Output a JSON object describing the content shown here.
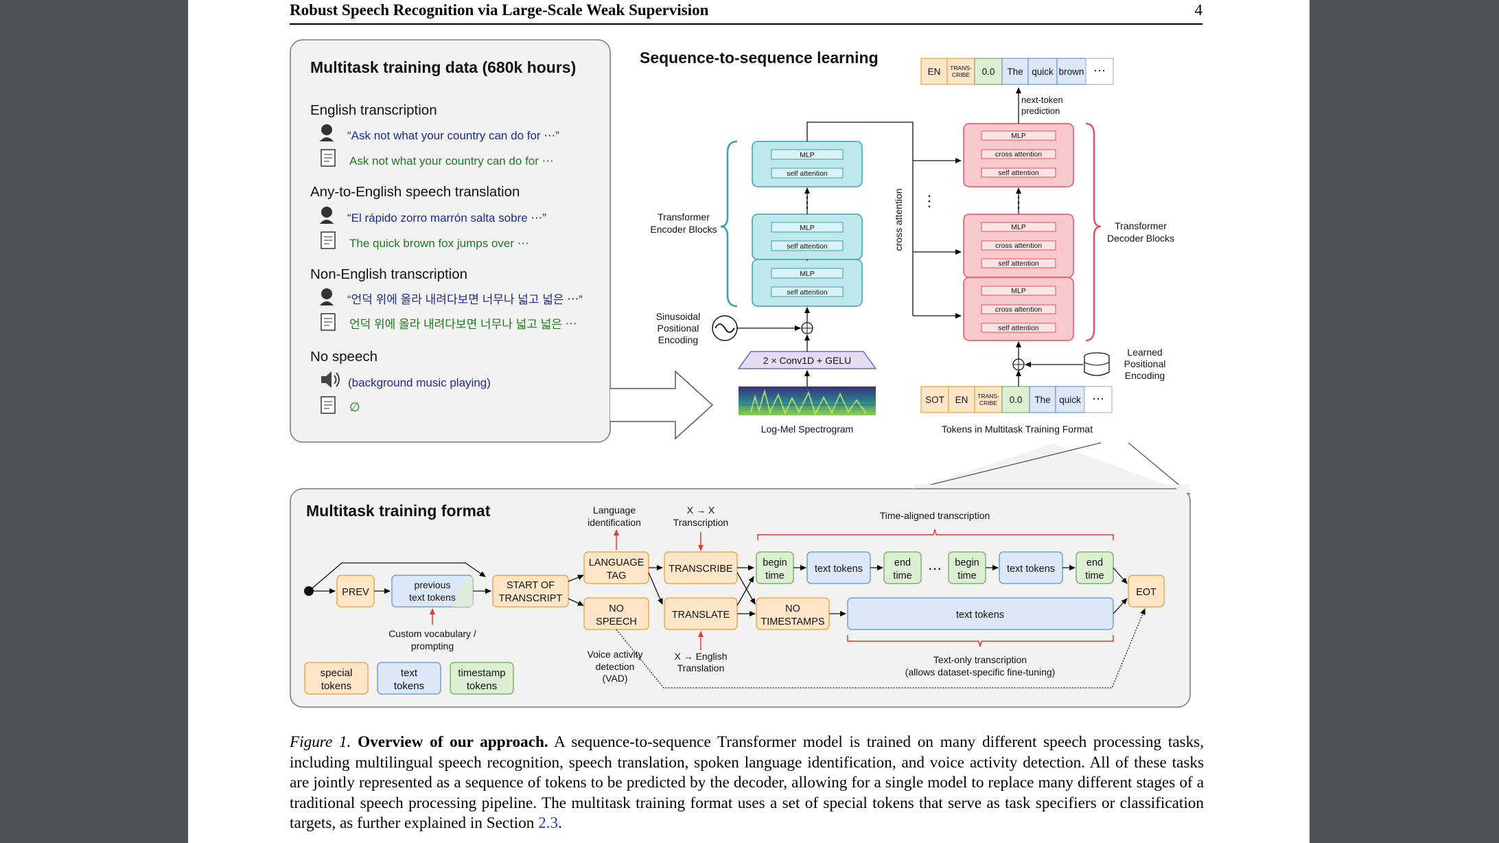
{
  "header": {
    "title": "Robust Speech Recognition via Large-Scale Weak Supervision",
    "page_number": "4"
  },
  "data_panel": {
    "title": "Multitask training data (680k hours)",
    "sections": [
      {
        "heading": "English transcription",
        "speech": "“Ask not what your country can do for ⋯”",
        "text": "Ask not what your country can do for ⋯"
      },
      {
        "heading": "Any-to-English speech translation",
        "speech": "“El rápido zorro marrón salta sobre ⋯”",
        "text": "The quick brown fox jumps over ⋯"
      },
      {
        "heading": "Non-English transcription",
        "speech": "“언덕 위에 올라 내려다보면 너무나 넓고 넓은 ⋯”",
        "text": "언덕 위에 올라 내려다보면 너무나 넓고 넓은 ⋯"
      },
      {
        "heading": "No speech",
        "speech": "(background music playing)",
        "text": "∅"
      }
    ]
  },
  "seq2seq": {
    "title": "Sequence-to-sequence learning",
    "mlp": "MLP",
    "self_attention": "self attention",
    "cross_attention": "cross attention",
    "cross_attention_label": "cross attention",
    "encoder_label": [
      "Transformer",
      "Encoder Blocks"
    ],
    "decoder_label": [
      "Transformer",
      "Decoder Blocks"
    ],
    "sinusoidal_label": [
      "Sinusoidal",
      "Positional",
      "Encoding"
    ],
    "learned_label": [
      "Learned",
      "Positional",
      "Encoding"
    ],
    "conv_label": "2 × Conv1D + GELU",
    "spectrogram_label": "Log-Mel Spectrogram",
    "tokens_label": "Tokens in Multitask Training Format",
    "next_token_label": [
      "next-token",
      "prediction"
    ],
    "output_tokens": [
      "EN",
      "TRANS-|CRIBE",
      "0.0",
      "The",
      "quick",
      "brown",
      "⋯"
    ],
    "input_tokens": [
      "SOT",
      "EN",
      "TRANS-|CRIBE",
      "0.0",
      "The",
      "quick",
      "⋯"
    ],
    "vdots": "⋮"
  },
  "format_panel": {
    "title": "Multitask training format",
    "prev": "PREV",
    "previous_text_tokens": [
      "previous",
      "text tokens"
    ],
    "start_of_transcript": [
      "START OF",
      "TRANSCRIPT"
    ],
    "language_tag": [
      "LANGUAGE",
      "TAG"
    ],
    "no_speech": [
      "NO",
      "SPEECH"
    ],
    "transcribe": "TRANSCRIBE",
    "translate": "TRANSLATE",
    "begin_time": [
      "begin",
      "time"
    ],
    "end_time": [
      "end",
      "time"
    ],
    "text_tokens": "text tokens",
    "ellipsis": "⋯",
    "no_timestamps": [
      "NO",
      "TIMESTAMPS"
    ],
    "eot": "EOT",
    "language_identification": [
      "Language",
      "identification"
    ],
    "xx_transcription": [
      "X → X",
      "Transcription"
    ],
    "time_aligned": "Time-aligned transcription",
    "custom_vocab": [
      "Custom vocabulary /",
      "prompting"
    ],
    "vad": [
      "Voice activity",
      "detection",
      "(VAD)"
    ],
    "x_english": [
      "X → English",
      "Translation"
    ],
    "text_only": [
      "Text-only transcription",
      "(allows dataset-specific fine-tuning)"
    ],
    "legend": [
      [
        "special",
        "tokens"
      ],
      [
        "text",
        "tokens"
      ],
      [
        "timestamp",
        "tokens"
      ]
    ]
  },
  "colors": {
    "special": "#fde6c7",
    "special_stroke": "#f0a84a",
    "text": "#dce8f8",
    "text_stroke": "#6f9fd8",
    "timestamp": "#dcefd3",
    "timestamp_stroke": "#79b86a",
    "encoder": "#bfe8ec",
    "encoder_stroke": "#3a9fae",
    "decoder": "#f8c9cc",
    "decoder_stroke": "#e0545d",
    "quote_blue": "#1c2a8c",
    "quote_green": "#1d7a1d",
    "red_arrow": "#e53935"
  },
  "caption": {
    "figure_label": "Figure 1.",
    "bold_title": "Overview of our approach.",
    "text": "A sequence-to-sequence Transformer model is trained on many different speech processing tasks, including multilingual speech recognition, speech translation, spoken language identification, and voice activity detection. All of these tasks are jointly represented as a sequence of tokens to be predicted by the decoder, allowing for a single model to replace many different stages of a traditional speech processing pipeline. The multitask training format uses a set of special tokens that serve as task specifiers or classification targets, as further explained in Section",
    "section_ref": "2.3",
    "end": "."
  }
}
